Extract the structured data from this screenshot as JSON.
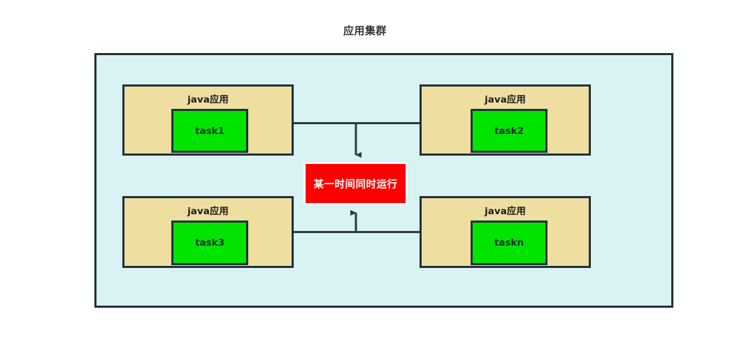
{
  "diagram": {
    "title": "应用集群",
    "cluster": {
      "label": "应用集群",
      "background_color": "#d9f2f3",
      "border_color": "#22303a"
    },
    "center_node": {
      "label": "某一时间同时运行",
      "fill_color": "#ff0000",
      "text_color": "#ffffff"
    },
    "nodes": [
      {
        "title": "java应用",
        "task": "task1",
        "position": "top-left"
      },
      {
        "title": "java应用",
        "task": "task2",
        "position": "top-right"
      },
      {
        "title": "java应用",
        "task": "task3",
        "position": "bottom-left"
      },
      {
        "title": "java应用",
        "task": "taskn",
        "position": "bottom-right"
      }
    ],
    "connectors": [
      {
        "name": "top-bus-to-center",
        "direction": "down",
        "arrowhead": true
      },
      {
        "name": "bottom-bus-to-center",
        "direction": "up",
        "arrowhead": true
      }
    ],
    "colors": {
      "node_fill": "#eedfa1",
      "task_fill": "#00e400",
      "line": "#2b3a42",
      "canvas": "#ffffff"
    }
  }
}
